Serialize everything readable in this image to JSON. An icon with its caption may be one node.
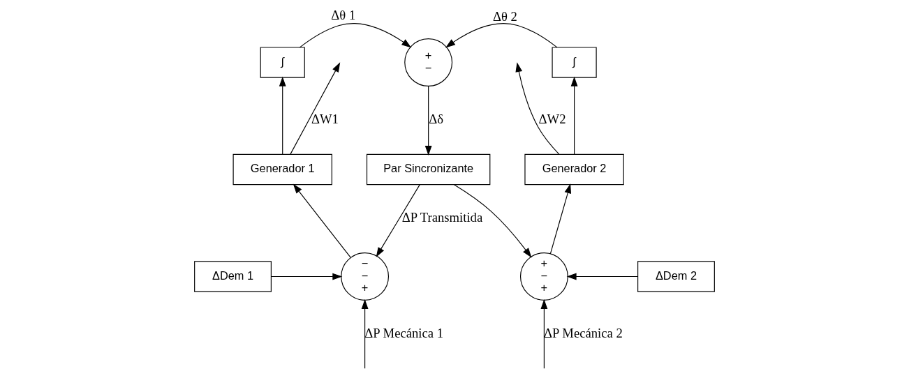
{
  "diagram": {
    "nodes": [
      {
        "text": [
          "∫"
        ]
      },
      {
        "text": [
          "+",
          "−"
        ]
      },
      {
        "text": [
          "∫"
        ]
      },
      {
        "text": [
          "Generador 1"
        ]
      },
      {
        "text": [
          "Par Sincronizante"
        ]
      },
      {
        "text": [
          "Generador 2"
        ]
      },
      {
        "text": [
          "ΔDem 1"
        ]
      },
      {
        "text": [
          "−",
          "−",
          "+"
        ]
      },
      {
        "text": [
          "+",
          "−",
          "+"
        ]
      },
      {
        "text": [
          "ΔDem 2"
        ]
      }
    ],
    "edges": [
      {
        "from": 3,
        "to": null,
        "arrow": "to",
        "label": "ΔW1"
      },
      {
        "from": 3,
        "to": 0,
        "arrow": "to"
      },
      {
        "from": 0,
        "to": 1,
        "arrow": "to",
        "label": "Δθ 1"
      },
      {
        "from": 2,
        "to": 1,
        "arrow": "to",
        "label": "Δθ 2"
      },
      {
        "from": 5,
        "to": null,
        "arrow": "to",
        "label": "ΔW2"
      },
      {
        "from": 5,
        "to": 2,
        "arrow": "to"
      },
      {
        "from": 1,
        "to": 4,
        "arrow": "to",
        "label": "Δδ"
      },
      {
        "from": 4,
        "to": 7,
        "arrow": "to",
        "label": "ΔP Transmitida"
      },
      {
        "from": 4,
        "to": 8,
        "arrow": "to"
      },
      {
        "from": 6,
        "to": 7,
        "arrow": "to"
      },
      {
        "from": 9,
        "to": 8,
        "arrow": "to"
      },
      {
        "from": null,
        "to": 7,
        "arrow": "to",
        "label": "ΔP Mecánica 1"
      },
      {
        "from": null,
        "to": 8,
        "arrow": "to",
        "label": "ΔP Mecánica 2"
      },
      {
        "from": 7,
        "to": 3,
        "arrow": "to"
      },
      {
        "from": 8,
        "to": 5,
        "arrow": "to"
      }
    ]
  }
}
